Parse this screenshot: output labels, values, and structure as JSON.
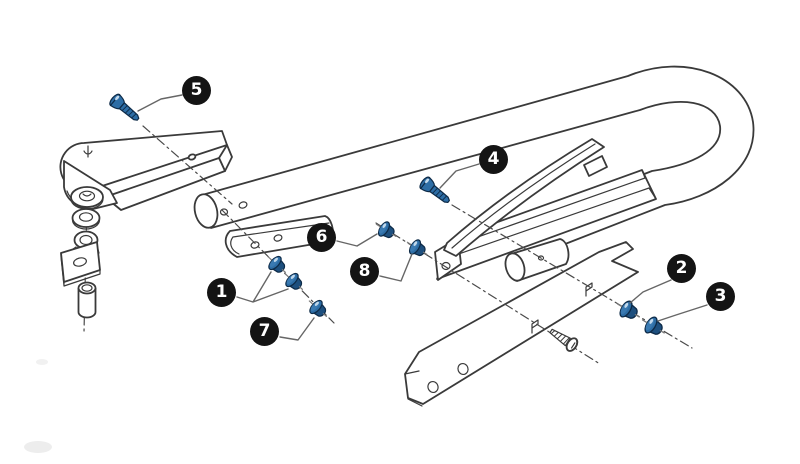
{
  "figure": {
    "type": "exploded-parts-diagram",
    "background_color": "#ffffff",
    "line_color": "#3a3a3a",
    "leader_color": "#666666",
    "hardware_blue": "#2d6da5",
    "hardware_blue_dark": "#0d2a47",
    "hardware_highlight": "#c2d9ec",
    "callout_style": {
      "fill": "#141414",
      "text_color": "#ffffff"
    },
    "callouts": [
      {
        "label": "1",
        "target": "bushing-front-pair"
      },
      {
        "label": "2",
        "target": "flanged-nut-inner"
      },
      {
        "label": "3",
        "target": "flanged-nut-outer"
      },
      {
        "label": "4",
        "target": "blade-holder-screw"
      },
      {
        "label": "5",
        "target": "handle-screw"
      },
      {
        "label": "6",
        "target": "bushing-rear-upper"
      },
      {
        "label": "7",
        "target": "bushing-front-lower"
      },
      {
        "label": "8",
        "target": "bushing-rear-lower"
      }
    ]
  }
}
